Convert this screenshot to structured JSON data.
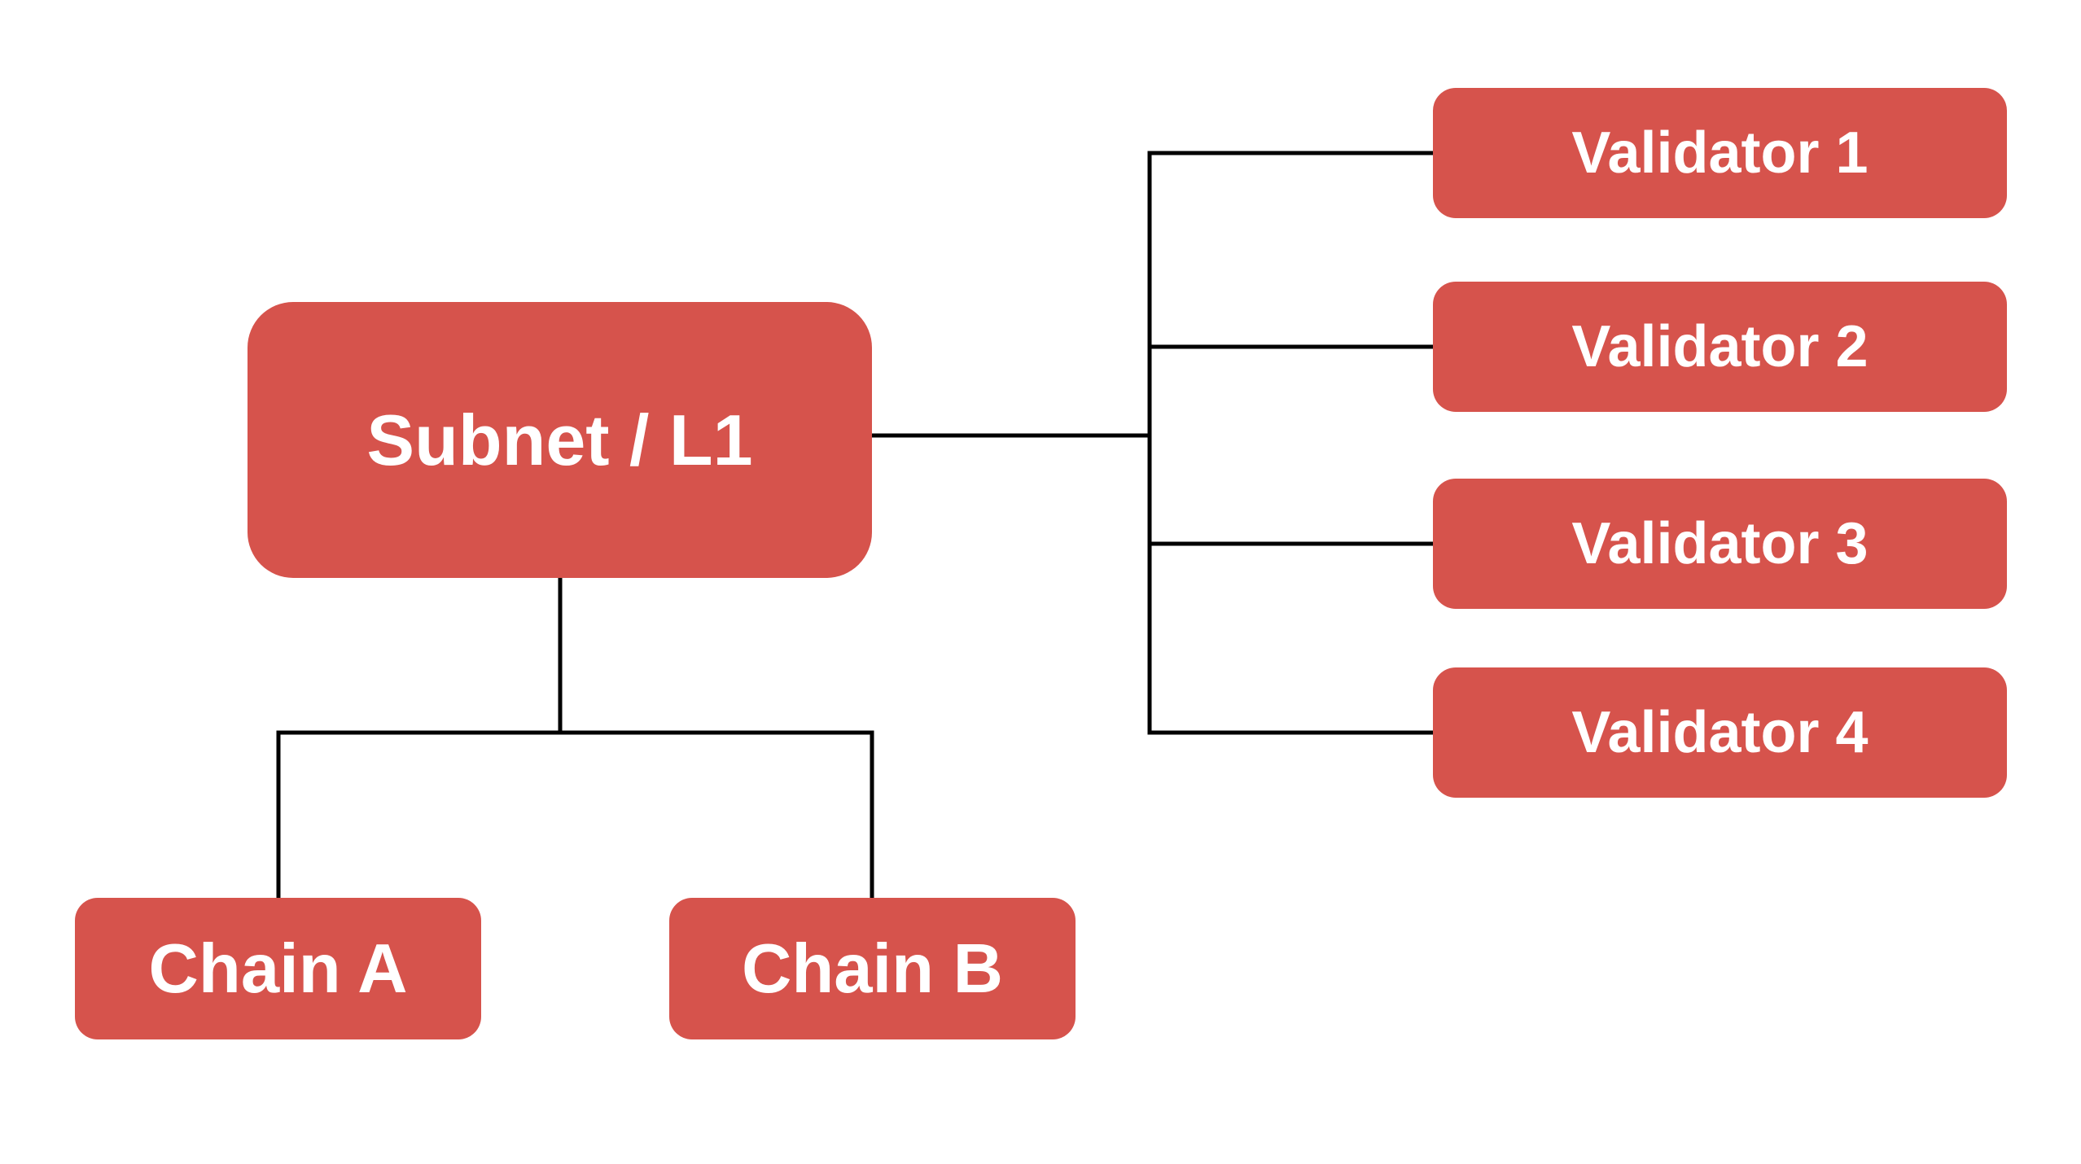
{
  "diagram": {
    "colors": {
      "node-fill": "#D6534C",
      "node-text": "#FFFFFF",
      "connector": "#000000",
      "background": "#FFFFFF"
    },
    "nodes": {
      "subnet": {
        "label": "Subnet / L1"
      },
      "validator1": {
        "label": "Validator 1"
      },
      "validator2": {
        "label": "Validator 2"
      },
      "validator3": {
        "label": "Validator 3"
      },
      "validator4": {
        "label": "Validator 4"
      },
      "chain_a": {
        "label": "Chain A"
      },
      "chain_b": {
        "label": "Chain B"
      }
    },
    "edges": [
      {
        "from": "Subnet / L1",
        "to": "Validator 1"
      },
      {
        "from": "Subnet / L1",
        "to": "Validator 2"
      },
      {
        "from": "Subnet / L1",
        "to": "Validator 3"
      },
      {
        "from": "Subnet / L1",
        "to": "Validator 4"
      },
      {
        "from": "Subnet / L1",
        "to": "Chain A"
      },
      {
        "from": "Subnet / L1",
        "to": "Chain B"
      }
    ]
  }
}
